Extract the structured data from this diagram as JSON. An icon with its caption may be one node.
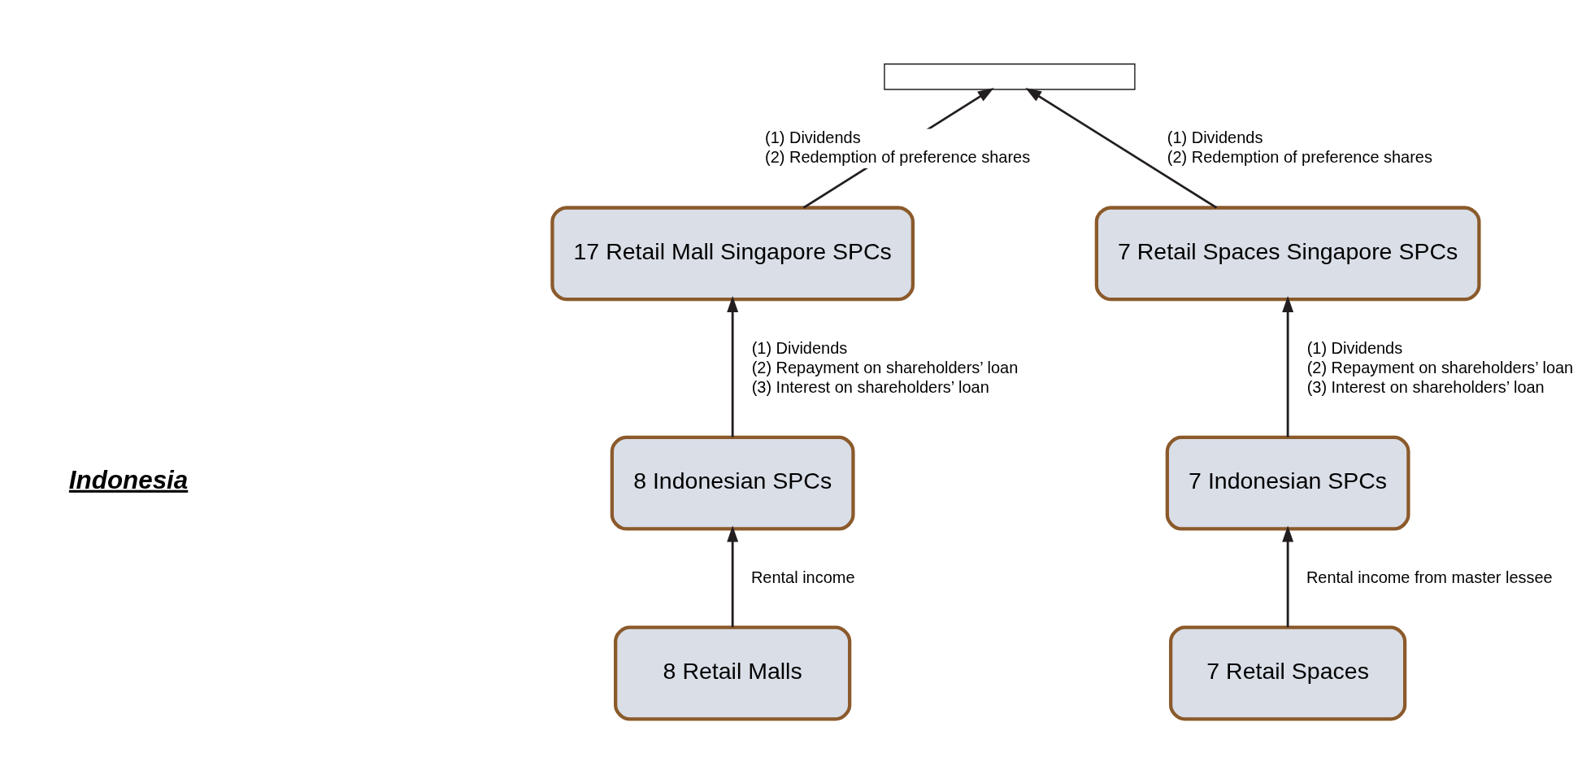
{
  "diagram": {
    "nodes": [
      {
        "text": [],
        "shape": "box"
      },
      {
        "text": [
          "17 Retail Mall Singapore SPCs"
        ]
      },
      {
        "text": [
          "7 Retail Spaces Singapore SPCs"
        ]
      },
      {
        "text": [
          "8 Indonesian SPCs"
        ]
      },
      {
        "text": [
          "7 Indonesian SPCs"
        ]
      },
      {
        "text": [
          "8 Retail Malls"
        ]
      },
      {
        "text": [
          "7 Retail Spaces"
        ]
      }
    ],
    "edges": [
      {
        "from": 1,
        "to": 0,
        "arrow": "to",
        "label": "(1) Dividends (2) Redemption of preference shares"
      },
      {
        "from": 2,
        "to": 0,
        "arrow": "to",
        "label": "(1) Dividends (2) Redemption of preference shares"
      },
      {
        "from": 3,
        "to": 1,
        "arrow": "to",
        "label": "(1) Dividends (2) Repayment on shareholders’ loan (3) Interest on shareholders’ loan"
      },
      {
        "from": 4,
        "to": 2,
        "arrow": "to",
        "label": "(1) Dividends (2) Repayment on shareholders’ loan (3) Interest on shareholders’ loan"
      },
      {
        "from": 5,
        "to": 3,
        "arrow": "to",
        "label": "Rental income"
      },
      {
        "from": 6,
        "to": 4,
        "arrow": "to",
        "label": "Rental income from master lessee"
      }
    ],
    "labels": [
      "Indonesia"
    ]
  }
}
